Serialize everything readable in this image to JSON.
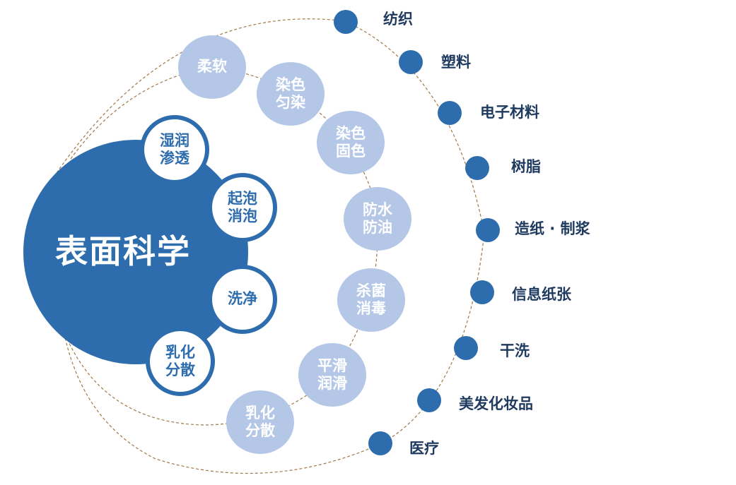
{
  "center": {
    "label": "表面科学"
  },
  "functions": [
    {
      "line1": "湿润",
      "line2": "渗透"
    },
    {
      "line1": "起泡",
      "line2": "消泡"
    },
    {
      "line1": "洗净",
      "line2": ""
    },
    {
      "line1": "乳化",
      "line2": "分散"
    }
  ],
  "effects": [
    {
      "line1": "柔软",
      "line2": ""
    },
    {
      "line1": "染色",
      "line2": "匀染"
    },
    {
      "line1": "染色",
      "line2": "固色"
    },
    {
      "line1": "防水",
      "line2": "防油"
    },
    {
      "line1": "杀菌",
      "line2": "消毒"
    },
    {
      "line1": "平滑",
      "line2": "润滑"
    },
    {
      "line1": "乳化",
      "line2": "分散"
    }
  ],
  "applications": [
    "纺织",
    "塑料",
    "电子材料",
    "树脂",
    "造纸 · 制浆",
    "信息纸张",
    "干洗",
    "美发化妆品",
    "医疗"
  ],
  "colors": {
    "primary": "#2e6dad",
    "light": "#b4c7e7",
    "label": "#1f3a5f",
    "dashed_line": "#a0784a"
  }
}
